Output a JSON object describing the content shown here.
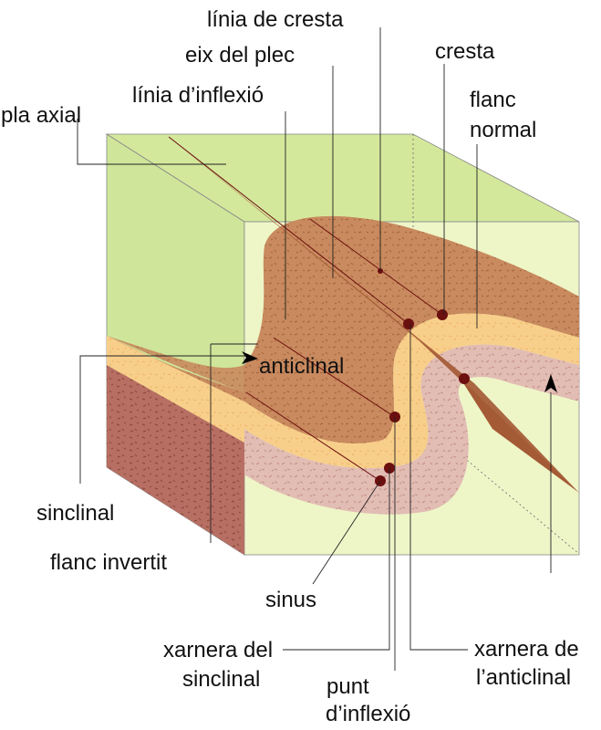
{
  "labels": {
    "linia_de_cresta": "línia de cresta",
    "eix_del_plec": "eix del plec",
    "cresta": "cresta",
    "linia_inflexio": "línia d’inflexió",
    "flanc_normal_1": "flanc",
    "flanc_normal_2": "normal",
    "pla_axial": "pla axial",
    "anticlinal": "anticlinal",
    "sinclinal": "sinclinal",
    "flanc_invertit": "flanc invertit",
    "sinus": "sinus",
    "xarnera_sinclinal_1": "xarnera del",
    "xarnera_sinclinal_2": "sinclinal",
    "punt_inflexio_1": "punt",
    "punt_inflexio_2": "d’inflexió",
    "xarnera_anticlinal_1": "xarnera de",
    "xarnera_anticlinal_2": "l’anticlinal"
  },
  "colors": {
    "block_top": "#d4e89c",
    "block_side": "#eef6c8",
    "upper_layer": "#c88a5e",
    "middle_layer": "#f8cf8a",
    "lower_layer": "#e2bdb4",
    "axial_plane": "#a45a35",
    "point": "#6b0f0f"
  }
}
